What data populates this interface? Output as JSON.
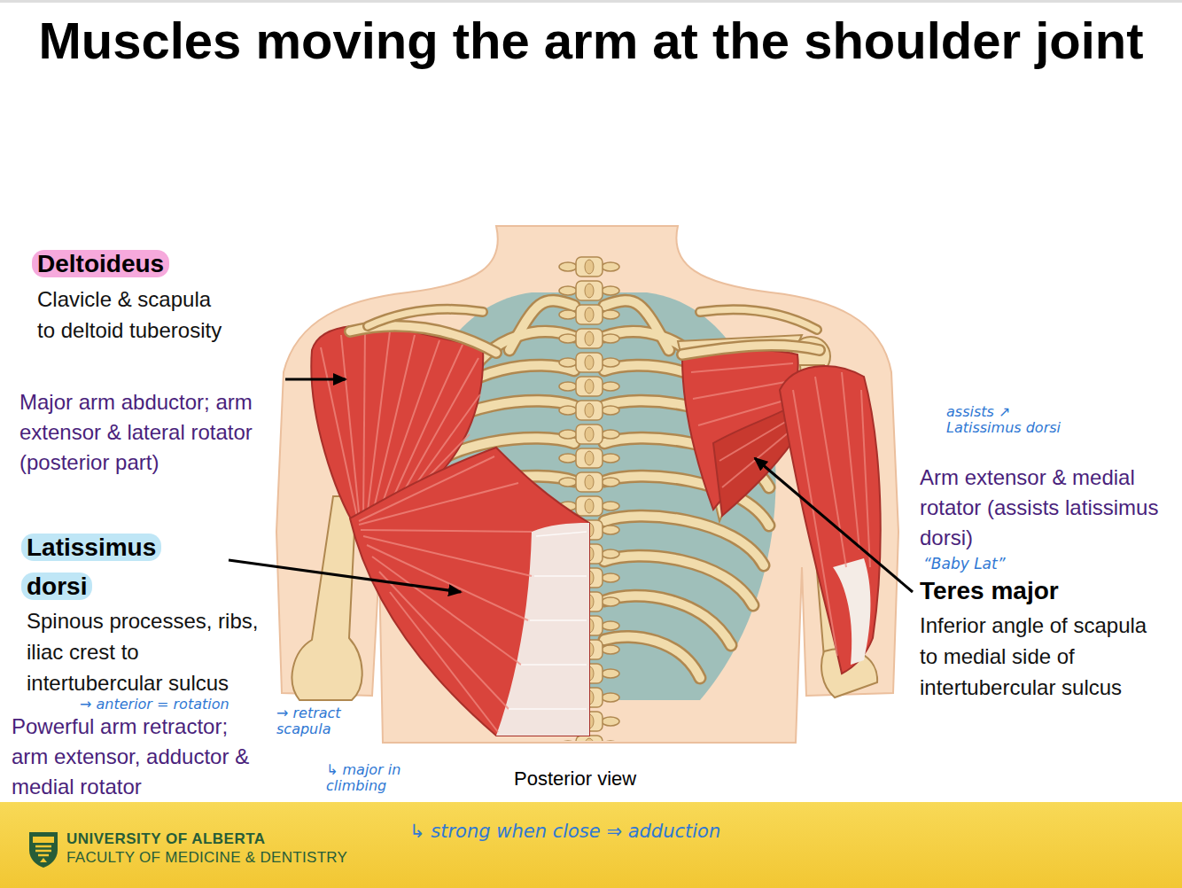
{
  "diagram": {
    "title": "Muscles moving the arm at the shoulder joint",
    "caption": "Posterior view",
    "nodes": [
      {
        "text": [
          "UNIVERSITY OF ALBERTA",
          "FACULTY OF MEDICINE & DENTISTRY"
        ]
      }
    ],
    "labels": [
      "Deltoideus",
      "Clavicle & scapula to deltoid tuberosity",
      "Major arm abductor; arm extensor & lateral rotator (posterior part)",
      "Latissimus dorsi",
      "Spinous processes, ribs, iliac crest to intertubercular sulcus",
      "→ anterior = rotation",
      "Powerful arm retractor; arm extensor, adductor & medial rotator",
      "→ retract scapula",
      "↳ major in climbing",
      "↳ strong when close ⇒ adduction",
      "assists ↗ Latissimus dorsi",
      "Arm extensor & medial rotator (assists latissimus dorsi)",
      "“Baby Lat”",
      "Teres major",
      "Inferior angle of scapula to medial side of intertubercular sulcus"
    ]
  }
}
